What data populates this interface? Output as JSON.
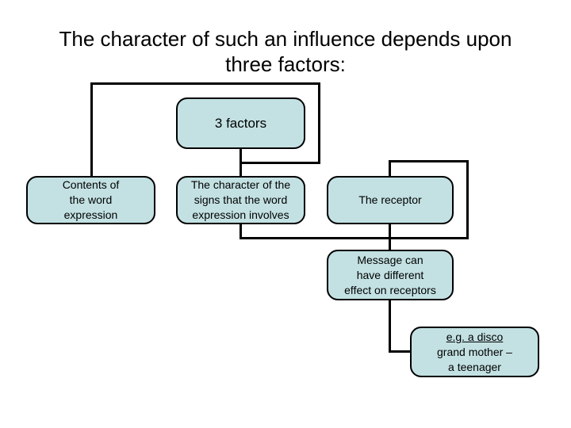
{
  "slide": {
    "title_line1": "The character of such an influence depends upon",
    "title_line2": "three factors:"
  },
  "diagram": {
    "nodes": {
      "factors": {
        "line1": "3 factors"
      },
      "contents": {
        "line1": "Contents of",
        "line2": "the word",
        "line3": "expression"
      },
      "character": {
        "line1": "The character of the",
        "line2": "signs that the word",
        "line3": "expression involves"
      },
      "receptor": {
        "line1": "The receptor"
      },
      "message": {
        "line1": "Message can",
        "line2": "have different",
        "line3": "effect on receptors"
      },
      "example": {
        "line1": "e.g. a disco",
        "line2": "grand mother –",
        "line3": "a teenager"
      }
    }
  },
  "colors": {
    "background": "#ffffff",
    "node_fill": "#c3e1e3",
    "node_border": "#000000",
    "connector": "#000000",
    "title_text": "#000000"
  }
}
